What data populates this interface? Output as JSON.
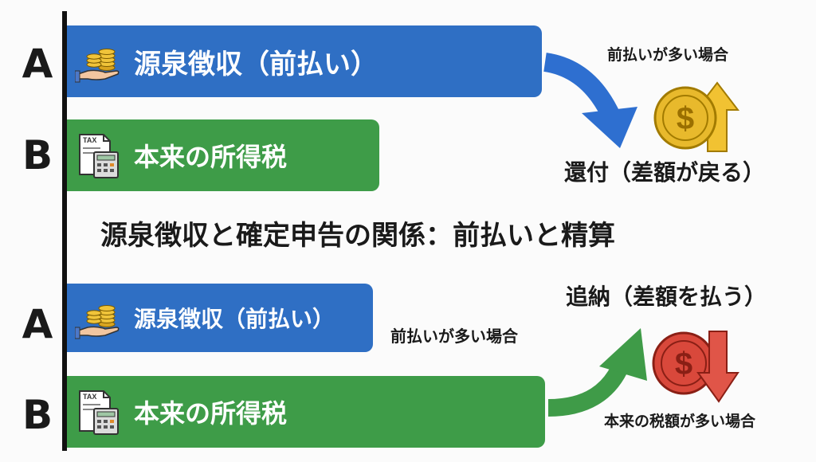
{
  "rows": {
    "top_a": {
      "letter": "A",
      "label": "源泉徴収（前払い）",
      "icon": "coins-hand-icon"
    },
    "top_b": {
      "letter": "B",
      "label": "本来の所得税",
      "icon": "tax-calculator-icon"
    },
    "bottom_a": {
      "letter": "A",
      "label": "源泉徴収（前払い）",
      "icon": "coins-hand-icon"
    },
    "bottom_b": {
      "letter": "B",
      "label": "本来の所得税",
      "icon": "tax-calculator-icon"
    }
  },
  "title": "源泉徴収と確定申告の関係：前払いと精算",
  "refund": {
    "condition": "前払いが多い場合",
    "result": "還付（差額が戻る）",
    "icon": "dollar-coin-up-arrow-icon",
    "arrow_color": "#2e6fd0"
  },
  "additional_payment": {
    "result": "追納（差額を払う）",
    "condition_near_bars": "前払いが多い場合",
    "condition": "本来の税額が多い場合",
    "icon": "dollar-coin-down-arrow-icon",
    "arrow_color": "#3f9b48"
  },
  "colors": {
    "blue_bar": "#2f6fc4",
    "green_bar": "#3e9c48",
    "gold_coin": "#e8b92c",
    "red_coin": "#d9483b"
  }
}
